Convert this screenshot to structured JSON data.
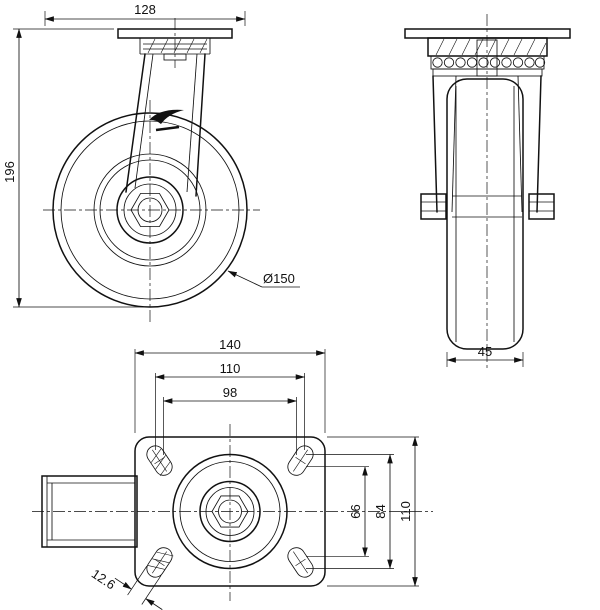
{
  "dimensions": {
    "top_width": "128",
    "overall_height": "196",
    "wheel_diameter": "Ø150",
    "wheel_width": "45",
    "plate_length": "140",
    "bolt_pattern_length_outer": "110",
    "bolt_pattern_length_inner": "98",
    "bolt_pattern_width_inner": "66",
    "bolt_pattern_width_outer": "84",
    "plate_width": "110",
    "slot_width": "12.6"
  }
}
